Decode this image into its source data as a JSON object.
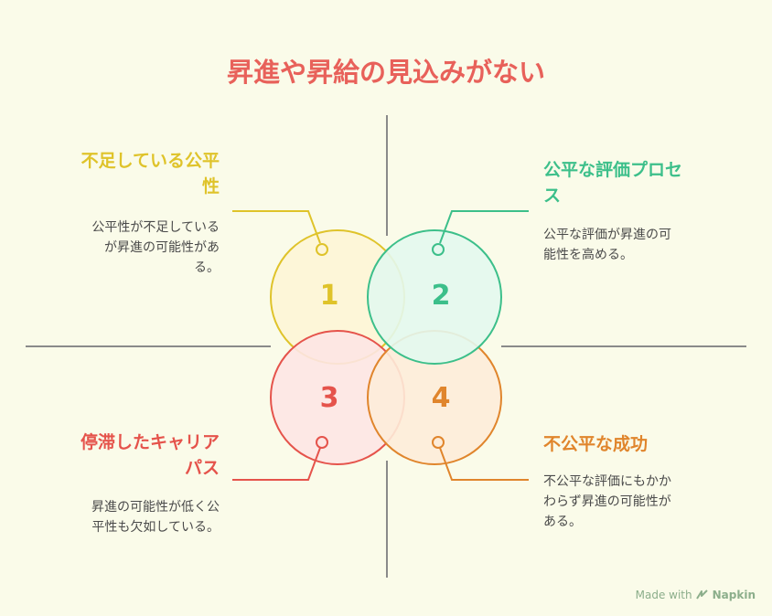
{
  "title": "昇進や昇給の見込みがない",
  "items": [
    {
      "num": "1",
      "heading": "不足している公平性",
      "heading_line1": "不足している公平",
      "heading_line2": "性",
      "desc_line1": "公平性が不足している",
      "desc_line2": "が昇進の可能性があ",
      "desc_line3": "る。",
      "color": "#dfc32a",
      "fill": "#fdf5d6"
    },
    {
      "num": "2",
      "heading": "公平な評価プロセス",
      "heading_line1": "公平な評価プロセ",
      "heading_line2": "ス",
      "desc_line1": "公平な評価が昇進の可",
      "desc_line2": "能性を高める。",
      "color": "#3cbf8a",
      "fill": "#e3f8ee"
    },
    {
      "num": "3",
      "heading": "停滞したキャリアパス",
      "heading_line1": "停滞したキャリア",
      "heading_line2": "パス",
      "desc_line1": "昇進の可能性が低く公",
      "desc_line2": "平性も欠如している。",
      "color": "#e5534b",
      "fill": "#fde6e4"
    },
    {
      "num": "4",
      "heading": "不公平な成功",
      "desc_line1": "不公平な評価にもかか",
      "desc_line2": "わらず昇進の可能性が",
      "desc_line3": "ある。",
      "color": "#e0852c",
      "fill": "#fdecd9"
    }
  ],
  "footer": {
    "made_with": "Made with",
    "brand": "Napkin",
    "icon": "napkin-logo-icon"
  }
}
